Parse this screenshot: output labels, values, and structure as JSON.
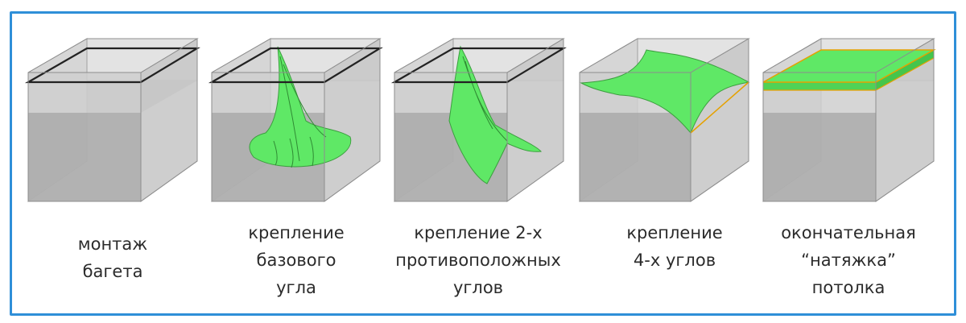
{
  "colors": {
    "frame_border": "#2f8fd8",
    "box_fill": "#d7d7d7",
    "box_floor": "#a9a9a9",
    "box_edge": "#9a9a9a",
    "frame_line": "#2a2a2a",
    "fabric_green": "#5fe866",
    "fabric_edge": "#e5a100"
  },
  "steps": [
    {
      "lines": [
        "монтаж",
        "багета"
      ]
    },
    {
      "lines": [
        "крепление",
        "базового",
        "угла"
      ]
    },
    {
      "lines": [
        "крепление 2-х",
        "противоположных",
        "углов"
      ]
    },
    {
      "lines": [
        "крепление",
        "4-х углов"
      ]
    },
    {
      "lines": [
        "окончательная",
        "“натяжка”",
        "потолка"
      ]
    }
  ]
}
